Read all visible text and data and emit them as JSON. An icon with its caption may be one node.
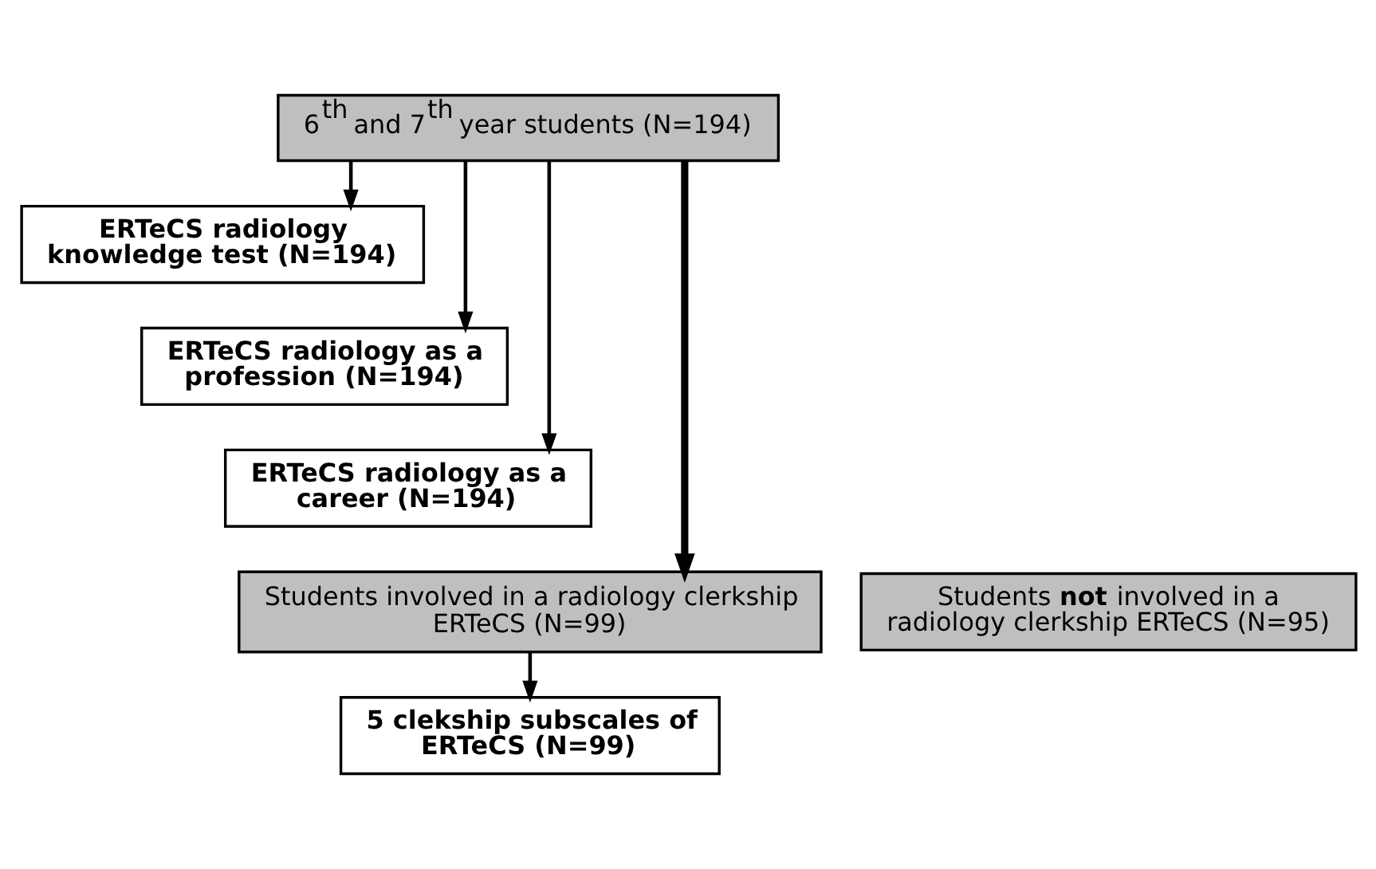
{
  "diagram": {
    "nodes": [
      {
        "text": [
          "6$^{th}$ and 7$^{th}$ year students (N=194)"
        ]
      },
      {
        "text": [
          "ERTeCS radiology knowledge test (N=194)"
        ]
      },
      {
        "text": [
          "ERTeCS radiology as a profession (N=194)"
        ]
      },
      {
        "text": [
          "ERTeCS radiology as a career (N=194)"
        ]
      },
      {
        "text": [
          "Students involved in a radiology clerkship ERTeCS (N=99)"
        ]
      },
      {
        "text": [
          "Students **not** involved in a radiology clerkship ERTeCS (N=95)"
        ]
      },
      {
        "text": [
          "5 clekship subscales of ERTeCS (N=99)"
        ]
      }
    ],
    "edges": [
      {
        "from": 0,
        "to": 1,
        "arrow": "to"
      },
      {
        "from": 0,
        "to": 2,
        "arrow": "to"
      },
      {
        "from": 0,
        "to": 3,
        "arrow": "to"
      },
      {
        "from": 0,
        "to": 4,
        "arrow": "to",
        "style": "thick"
      },
      {
        "from": 4,
        "to": 6,
        "arrow": "to"
      }
    ]
  }
}
